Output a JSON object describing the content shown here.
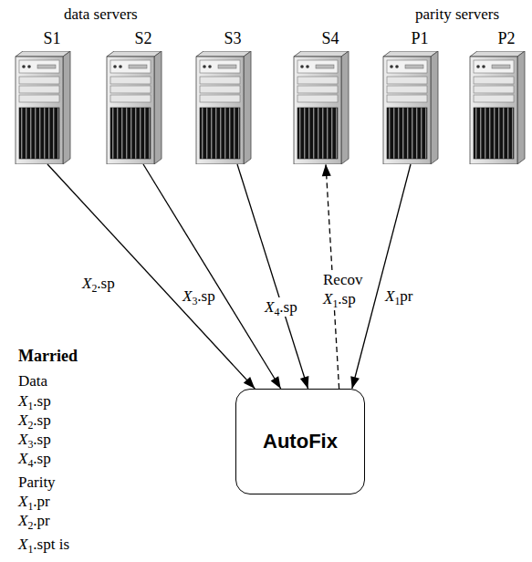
{
  "diagram": {
    "nodes": [
      {
        "text": [
          "S1"
        ]
      },
      {
        "text": [
          "S2"
        ]
      },
      {
        "text": [
          "S3"
        ]
      },
      {
        "text": [
          "S4"
        ]
      },
      {
        "text": [
          "P1"
        ]
      },
      {
        "text": [
          "P2"
        ]
      },
      {
        "text": [
          "AutoFix"
        ]
      }
    ],
    "edges": [
      {
        "from": 0,
        "to": 6,
        "arrow": "to",
        "label": "X2.sp"
      },
      {
        "from": 1,
        "to": 6,
        "arrow": "to",
        "label": "X3.sp"
      },
      {
        "from": 2,
        "to": 6,
        "arrow": "to",
        "label": "X4.sp"
      },
      {
        "from": 6,
        "to": 3,
        "arrow": "to",
        "label": "Recov X1.sp"
      },
      {
        "from": 4,
        "to": 6,
        "arrow": "to",
        "label": "X1pr"
      }
    ],
    "labels": [
      "data servers",
      "parity servers",
      "Married",
      "Data",
      "X1.sp",
      "X2.sp",
      "X3.sp",
      "X4.sp",
      "Parity",
      "X1.pr",
      "X2.pr",
      "X1.spt is"
    ]
  }
}
